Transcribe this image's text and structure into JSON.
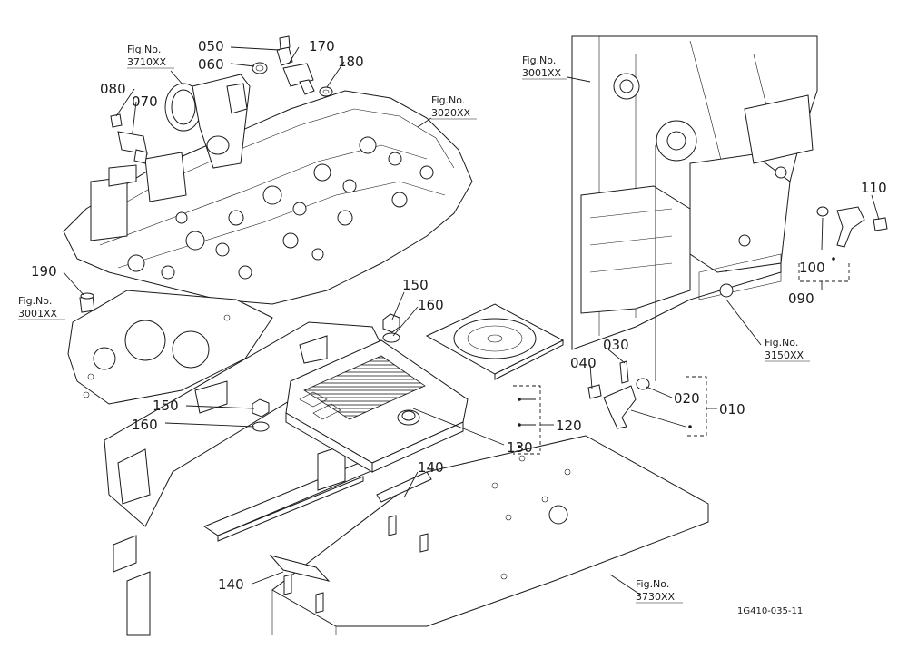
{
  "diagram": {
    "code": "1G410-035-11",
    "part_labels": {
      "p010": "010",
      "p020": "020",
      "p030": "030",
      "p040": "040",
      "p050": "050",
      "p060": "060",
      "p070": "070",
      "p080": "080",
      "p090": "090",
      "p100": "100",
      "p110": "110",
      "p120": "120",
      "p130": "130",
      "p140a": "140",
      "p140b": "140",
      "p150a": "150",
      "p150b": "150",
      "p160a": "160",
      "p160b": "160",
      "p170": "170",
      "p180": "180",
      "p190": "190"
    },
    "fig_refs": {
      "f3710": {
        "label": "Fig.No.",
        "number": "3710XX"
      },
      "f3020": {
        "label": "Fig.No.",
        "number": "3020XX"
      },
      "f3001a": {
        "label": "Fig.No.",
        "number": "3001XX"
      },
      "f3001b": {
        "label": "Fig.No.",
        "number": "3001XX"
      },
      "f3150": {
        "label": "Fig.No.",
        "number": "3150XX"
      },
      "f3730": {
        "label": "Fig.No.",
        "number": "3730XX"
      }
    }
  }
}
